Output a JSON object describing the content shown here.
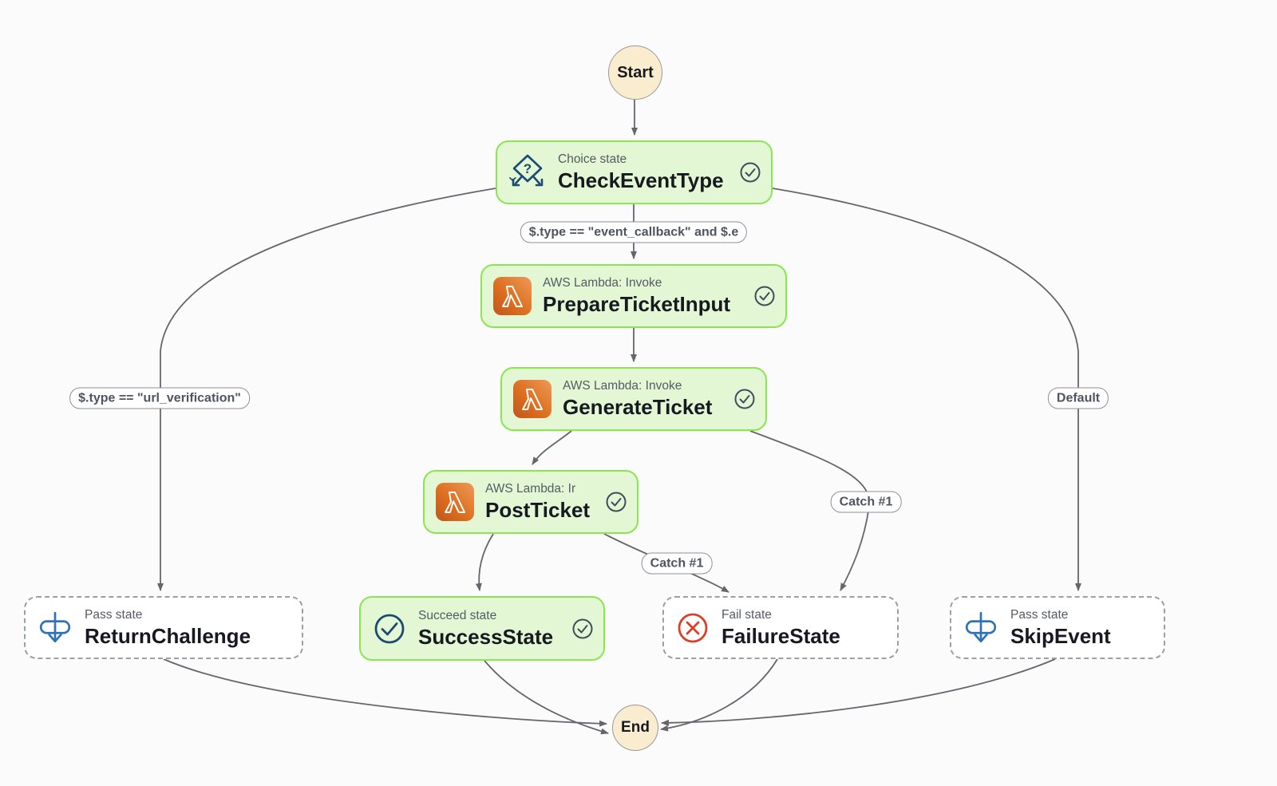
{
  "workflow": {
    "kind": "state-machine-graph",
    "terminals": {
      "start_label": "Start",
      "end_label": "End"
    },
    "nodes": {
      "check_event_type": {
        "type_label": "Choice state",
        "title": "CheckEventType",
        "status": "succeeded"
      },
      "prepare_ticket_input": {
        "type_label": "AWS Lambda: Invoke",
        "title": "PrepareTicketInput",
        "status": "succeeded"
      },
      "generate_ticket": {
        "type_label": "AWS Lambda: Invoke",
        "title": "GenerateTicket",
        "status": "succeeded"
      },
      "post_ticket": {
        "type_label": "AWS Lambda: Ir",
        "title": "PostTicket",
        "status": "succeeded"
      },
      "return_challenge": {
        "type_label": "Pass state",
        "title": "ReturnChallenge",
        "status": "not-executed"
      },
      "success_state": {
        "type_label": "Succeed state",
        "title": "SuccessState",
        "status": "succeeded"
      },
      "failure_state": {
        "type_label": "Fail state",
        "title": "FailureState",
        "status": "not-executed"
      },
      "skip_event": {
        "type_label": "Pass state",
        "title": "SkipEvent",
        "status": "not-executed"
      }
    },
    "edge_labels": {
      "event_callback_condition": "$.type == \"event_callback\" and $.e",
      "url_verification_condition": "$.type == \"url_verification\"",
      "default_label": "Default",
      "catch_generate": "Catch #1",
      "catch_post": "Catch #1"
    },
    "colors": {
      "executed_fill": "#e3f7d4",
      "executed_border": "#89e64f",
      "dashed_border": "#98a0a8",
      "terminal_fill": "#faeccf",
      "edge_stroke": "#63676d",
      "lambda_orange": "#dd6f1f",
      "choice_navy": "#1b4a73",
      "pass_blue": "#2e73b8",
      "succeed_navy": "#1b4a73",
      "fail_red": "#d8402a",
      "badge_gray": "#414d5c"
    }
  }
}
